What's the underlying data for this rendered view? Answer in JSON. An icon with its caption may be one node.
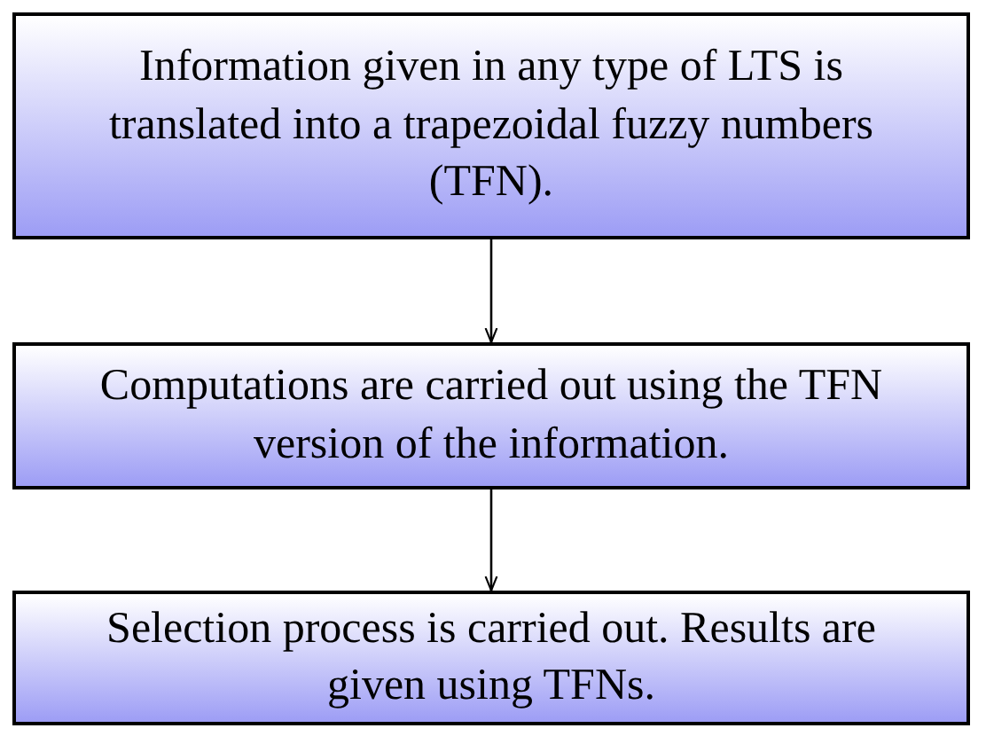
{
  "diagram": {
    "nodes": [
      {
        "text": [
          "Information given in any type of LTS is translated into a trapezoidal fuzzy numbers (TFN)."
        ]
      },
      {
        "text": [
          "Computations are carried out using the TFN version of the information."
        ]
      },
      {
        "text": [
          "Selection process is carried out. Results are given using TFNs."
        ]
      }
    ],
    "edges": [
      {
        "from": 0,
        "to": 1,
        "arrow": "to"
      },
      {
        "from": 1,
        "to": 2,
        "arrow": "to"
      }
    ]
  }
}
